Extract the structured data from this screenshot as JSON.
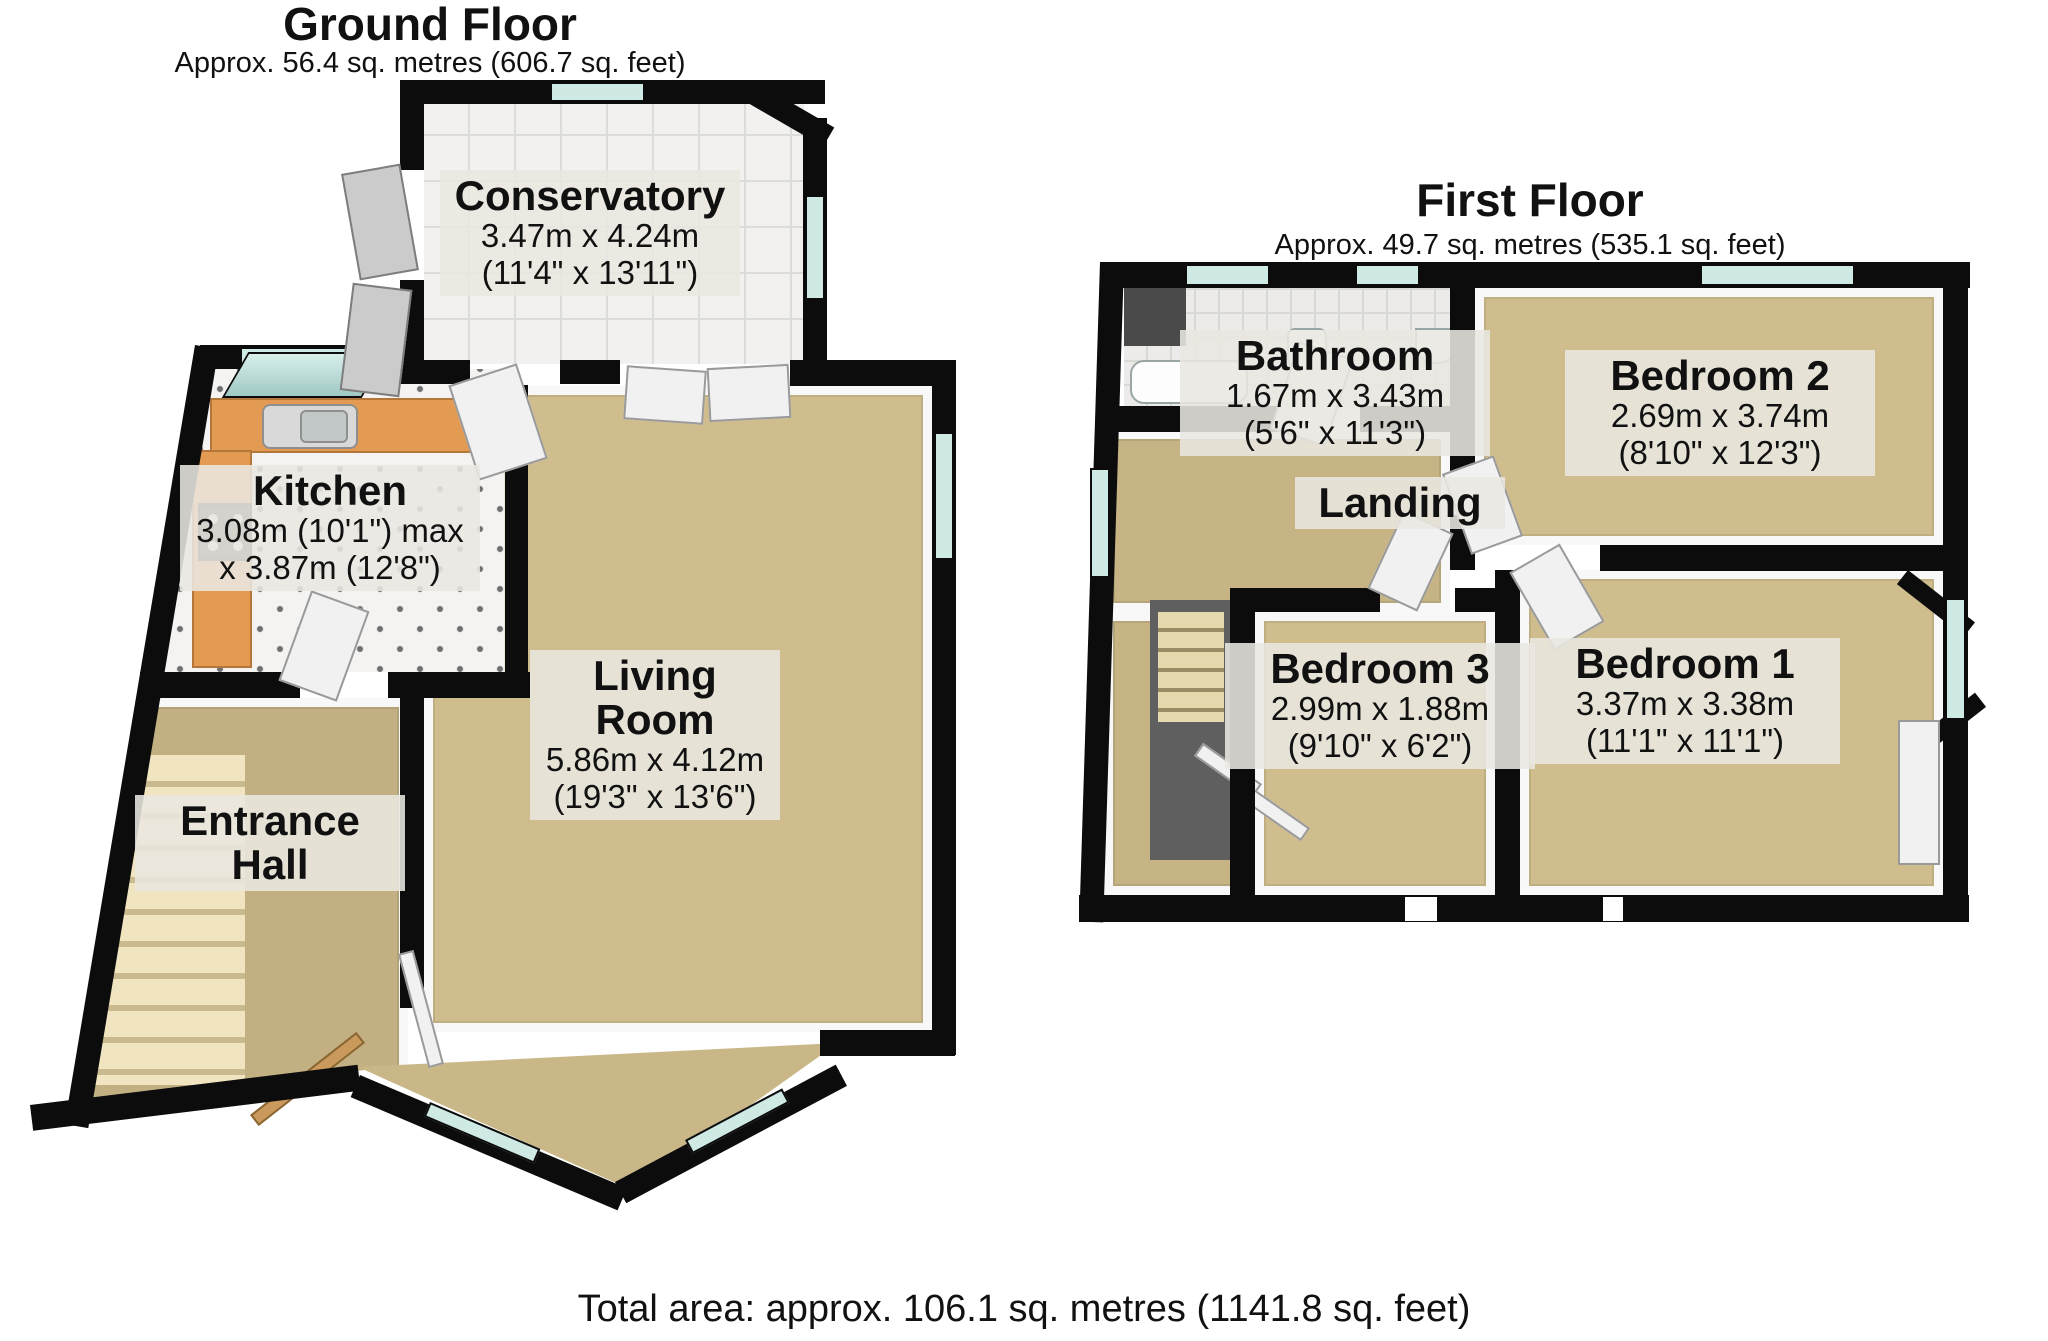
{
  "ground_floor": {
    "title": "Ground Floor",
    "subtitle": "Approx. 56.4 sq. metres (606.7 sq. feet)",
    "rooms": {
      "conservatory": {
        "name": "Conservatory",
        "dims_metric": "3.47m x 4.24m",
        "dims_imperial": "(11'4\" x 13'11\")"
      },
      "kitchen": {
        "name": "Kitchen",
        "dims_metric": "3.08m (10'1\") max",
        "dims_imperial": "x 3.87m (12'8\")"
      },
      "living_room": {
        "name": "Living Room",
        "dims_metric": "5.86m x 4.12m",
        "dims_imperial": "(19'3\" x 13'6\")"
      },
      "entrance_hall": {
        "name": "Entrance Hall"
      }
    }
  },
  "first_floor": {
    "title": "First Floor",
    "subtitle": "Approx. 49.7 sq. metres (535.1 sq. feet)",
    "rooms": {
      "bathroom": {
        "name": "Bathroom",
        "dims_metric": "1.67m x 3.43m",
        "dims_imperial": "(5'6\" x 11'3\")"
      },
      "bedroom_2": {
        "name": "Bedroom 2",
        "dims_metric": "2.69m x 3.74m",
        "dims_imperial": "(8'10\" x 12'3\")"
      },
      "landing": {
        "name": "Landing"
      },
      "bedroom_3": {
        "name": "Bedroom 3",
        "dims_metric": "2.99m x 1.88m",
        "dims_imperial": "(9'10\" x 6'2\")"
      },
      "bedroom_1": {
        "name": "Bedroom 1",
        "dims_metric": "3.37m x 3.38m",
        "dims_imperial": "(11'1\" x 11'1\")"
      }
    }
  },
  "footer": {
    "total_area": "Total area: approx. 106.1 sq. metres (1141.8 sq. feet)"
  },
  "colors": {
    "wall": "#0c0c0c",
    "window_glass": "#cfe9e4",
    "tile": "#f2f1ef",
    "counter": "#e39a52",
    "carpet": "#cfbd8e",
    "carpet_dark": "#c2b083"
  }
}
